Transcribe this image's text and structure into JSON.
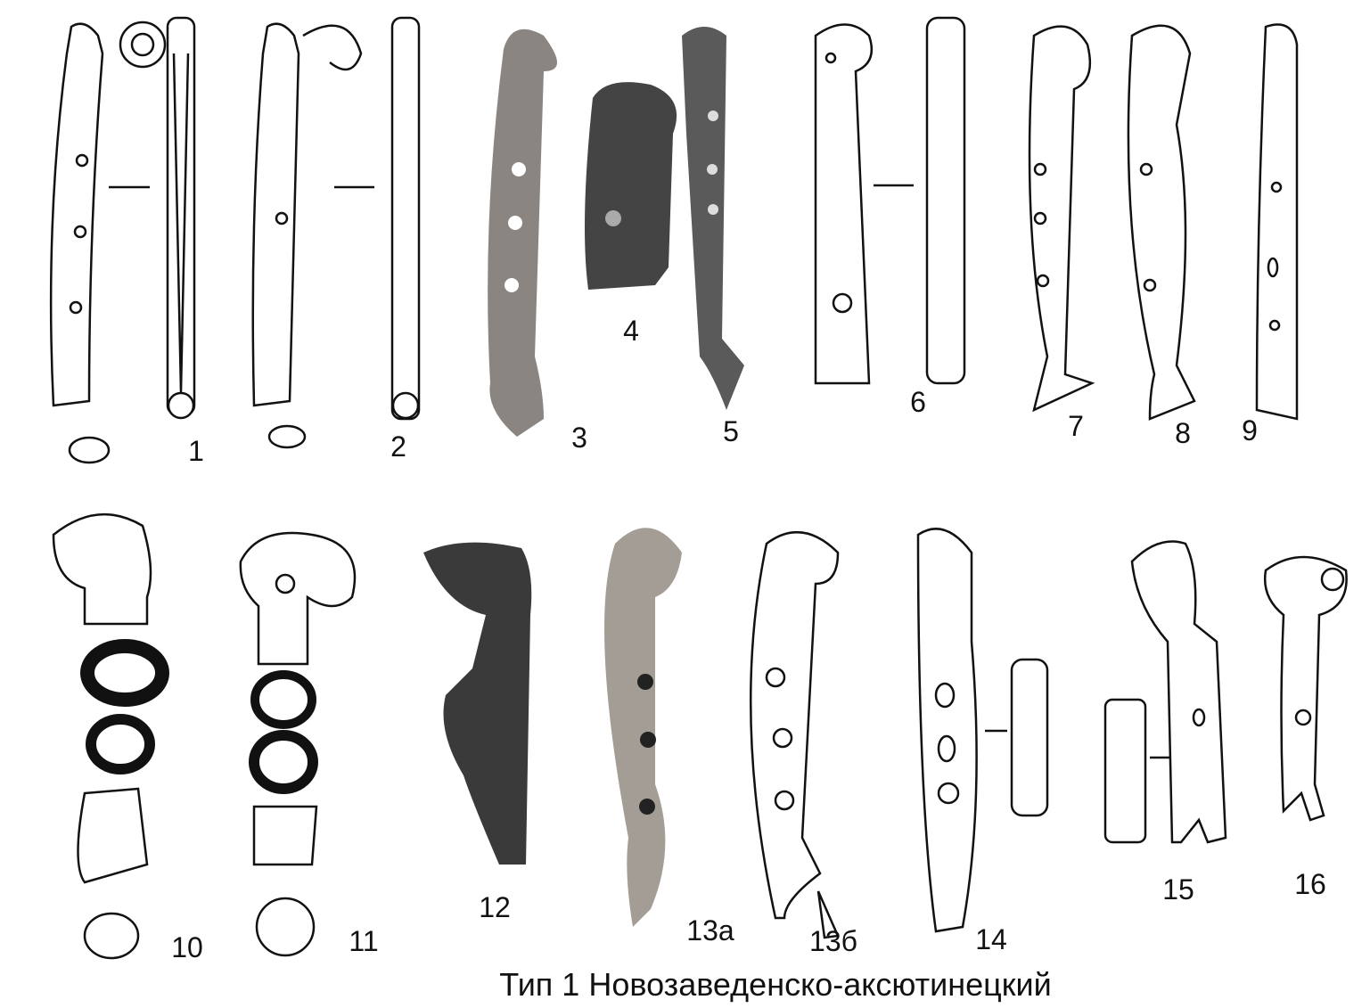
{
  "figure": {
    "caption": "Тип 1 Новозаведенско-аксютинецкий",
    "labels": [
      "1",
      "2",
      "3",
      "4",
      "5",
      "6",
      "7",
      "8",
      "9",
      "10",
      "11",
      "12",
      "13а",
      "13б",
      "14",
      "15",
      "16"
    ]
  },
  "colors": {
    "ink": "#111111",
    "photo": "#8a8580",
    "photo_dark": "#3a3a3a"
  }
}
